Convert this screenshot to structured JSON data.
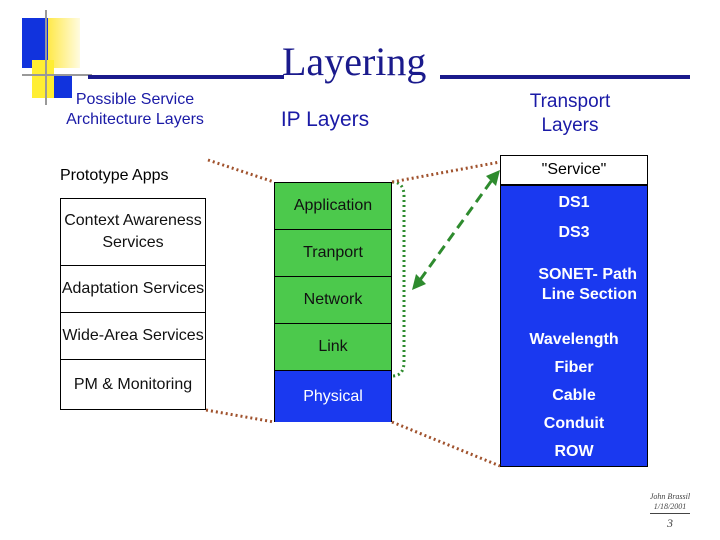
{
  "title": "Layering",
  "headers": {
    "left": "Possible Service Architecture Layers",
    "middle": "IP Layers",
    "right": "Transport Layers"
  },
  "left_column": {
    "top_label": "Prototype Apps",
    "items": [
      "Context Awareness Services",
      "Adaptation Services",
      "Wide-Area Services",
      "PM & Monitoring"
    ]
  },
  "ip_layers": [
    "Application",
    "Tranport",
    "Network",
    "Link",
    "Physical"
  ],
  "transport_layers": {
    "service_label": "\"Service\"",
    "items": [
      "DS1",
      "DS3",
      "SONET- Path Line Section",
      "Wavelength",
      "Fiber",
      "Cable",
      "Conduit",
      "ROW"
    ]
  },
  "footer": {
    "author": "John Brassil",
    "date": "1/18/2001",
    "page": "3"
  },
  "colors": {
    "title": "#1a1a8c",
    "ip_green": "#4cc94c",
    "ip_physical_blue": "#1a39f0",
    "transport_blue": "#1a39f0",
    "connector_brown": "#a0522d",
    "connector_green": "#2e8b2e"
  }
}
